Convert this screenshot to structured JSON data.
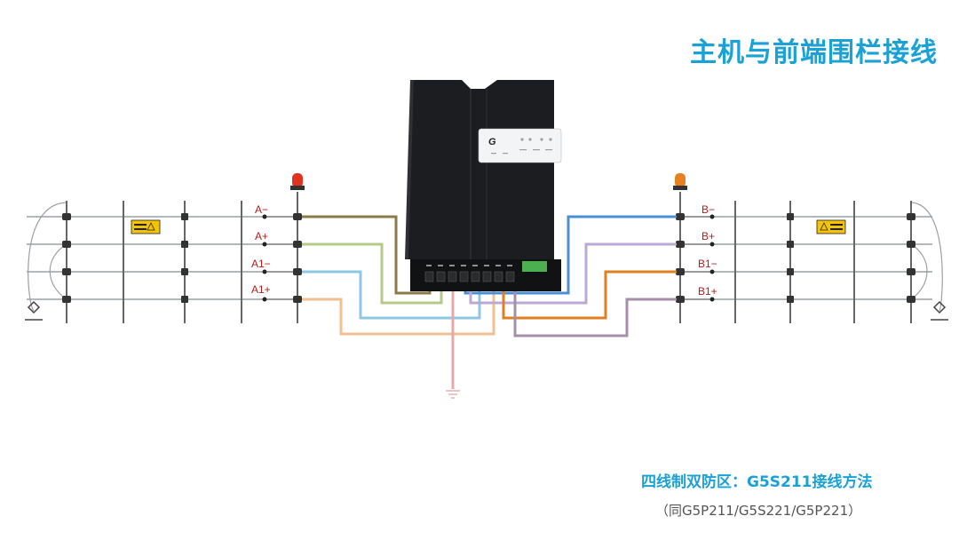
{
  "title": "主机与前端围栏接线",
  "subtitle": "四线制双防区：G5S211接线方法",
  "note": "（同G5P211/G5S221/G5P221）",
  "device": {
    "logo": "G"
  },
  "left_zone": {
    "labels": [
      "A−",
      "A+",
      "A1−",
      "A1+"
    ]
  },
  "right_zone": {
    "labels": [
      "B−",
      "B+",
      "B1−",
      "B1+"
    ]
  },
  "wire_colors": {
    "a_minus": "#8c7b4a",
    "a_plus": "#b4c98a",
    "a1_minus": "#8ec7e3",
    "a1_plus": "#f2c090",
    "b_minus": "#4a8fd6",
    "b_plus": "#bba8d4",
    "b1_minus": "#e07f22",
    "b1_plus": "#a58fa8",
    "ground": "#e8a8a8"
  },
  "accent_color": "#1aa1d6"
}
